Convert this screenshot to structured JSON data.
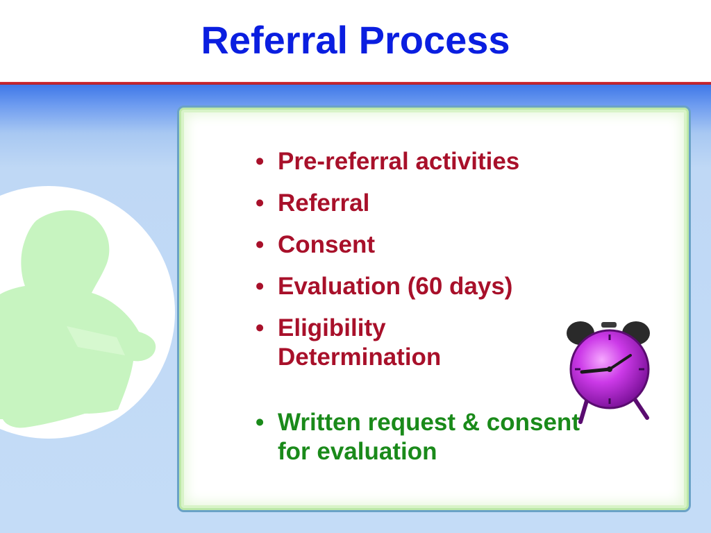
{
  "slide": {
    "title": "Referral Process",
    "bullets": [
      {
        "text": "Pre-referral activities"
      },
      {
        "text": "Referral"
      },
      {
        "text": "Consent"
      },
      {
        "text": "Evaluation (60 days)"
      },
      {
        "text": "Eligibility Determination"
      }
    ],
    "note": {
      "text": "Written request & consent for evaluation"
    },
    "bullet_glyph": "•"
  },
  "colors": {
    "title": "#0a1ee0",
    "bullet_text": "#a8102a",
    "note_text": "#1a8a1a",
    "divider": "#c42630",
    "clock_face": "#c832e8"
  },
  "icons": {
    "illustration": "person-reading-silhouette-icon",
    "clock": "alarm-clock-icon"
  }
}
